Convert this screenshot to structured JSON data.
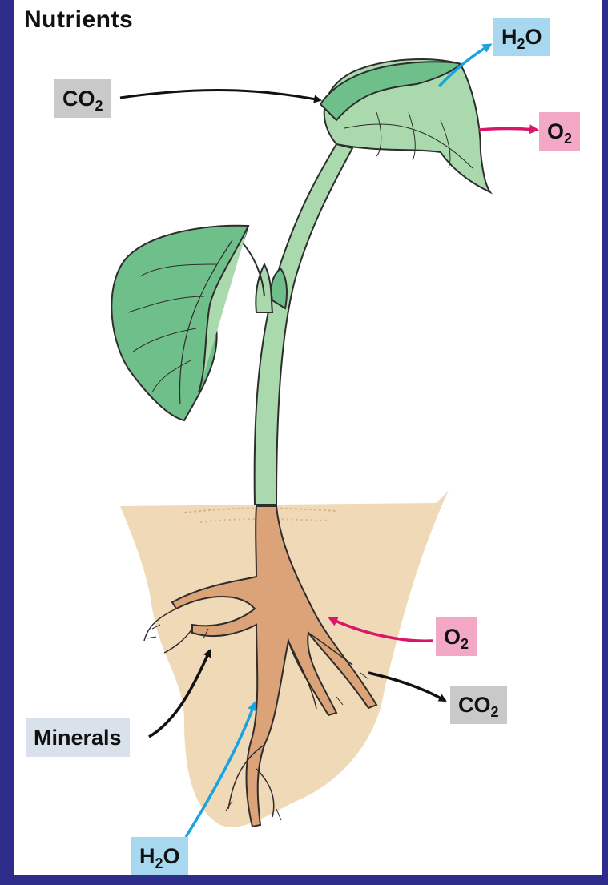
{
  "title": "Nutrients",
  "labels": {
    "co2_air": {
      "main": "CO",
      "sub": "2"
    },
    "h2o_air": {
      "pre": "H",
      "sub": "2",
      "post": "O"
    },
    "o2_air": {
      "main": "O",
      "sub": "2"
    },
    "o2_soil": {
      "main": "O",
      "sub": "2"
    },
    "co2_soil": {
      "main": "CO",
      "sub": "2"
    },
    "minerals": "Minerals",
    "h2o_soil": {
      "pre": "H",
      "sub": "2",
      "post": "O"
    }
  },
  "colors": {
    "frame": "#2e2d8c",
    "co2_box": "#c9c9c9",
    "h2o_box": "#a7d8ef",
    "o2_box": "#f3a9c6",
    "minerals_box": "#d9e2ea",
    "h2o_arrow": "#1aa3e0",
    "o2_arrow": "#d8176a",
    "co2_arrow": "#111111",
    "leaf": "#6fbf8a",
    "stem": "#a9d9ad",
    "soil": "#f0d9b6",
    "root": "#dba377"
  }
}
